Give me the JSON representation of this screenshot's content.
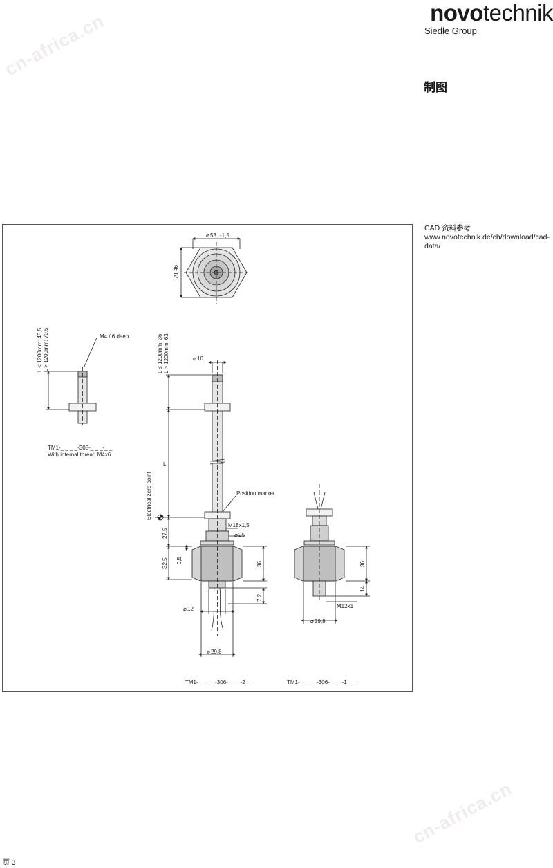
{
  "logo": {
    "bold": "novo",
    "light": "technik",
    "subtitle": "Siedle Group"
  },
  "watermark": "cn-africa.cn",
  "section_title": "制图",
  "cad_note": "CAD 资料参考 www.novotechnik.de/ch/download/cad-data/",
  "page_number": "页 3",
  "drawing": {
    "top_view": {
      "diameter": "53",
      "tolerance": "-1,5",
      "af": "AF46"
    },
    "left_view": {
      "length_le": "L ≤ 1200mm: 43,5",
      "length_gt": "L > 1200mm: 70,5",
      "thread_note": "M4 / 6 deep",
      "model": "TM1-_ _ _ _-308-_ _ _-_ _",
      "model_desc": "With internal thread  M4x6"
    },
    "center_view": {
      "length_le": "L ≤ 1200mm: 36",
      "length_gt": "L > 1200mm: 63",
      "rod_diameter": "10",
      "length_symbol": "L",
      "zero_point": "Electrical zero point",
      "position_marker": "Position marker",
      "thread": "M18x1,5",
      "d25": "25",
      "dim_27_5": "27,5",
      "dim_32_5": "32,5",
      "dim_0_5": "0,5",
      "dim_36": "36",
      "dim_7_2": "7,2",
      "d12": "12",
      "d29_8": "29,8",
      "model": "TM1-_ _ _ _-306-_ _ _-2_ _"
    },
    "right_view": {
      "dim_36": "36",
      "dim_14": "14",
      "thread": "M12x1",
      "d29_8": "29,8",
      "model": "TM1-_ _ _ _-306-_ _ _-1_ _"
    }
  }
}
